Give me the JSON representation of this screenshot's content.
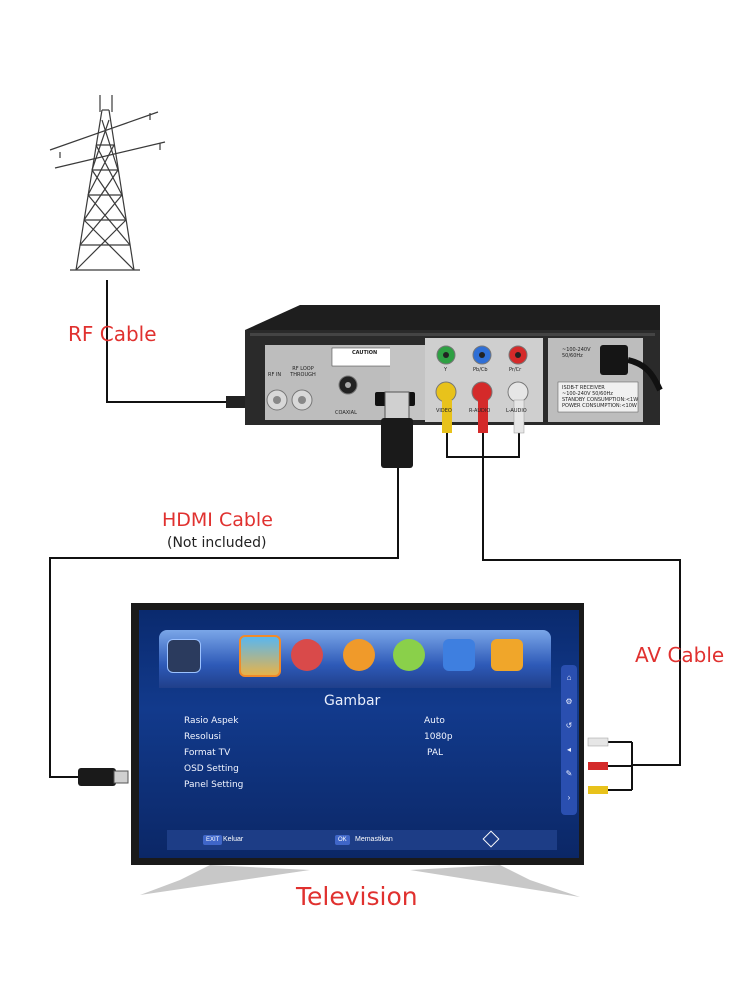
{
  "labels": {
    "rf_cable": "RF Cable",
    "hdmi_cable": "HDMI Cable",
    "hdmi_note": "(Not included)",
    "av_cable": "AV Cable",
    "television": "Television"
  },
  "receiver_panel": {
    "caution": "CAUTION",
    "rf_in": "RF IN",
    "rf_loop": "RF LOOP THROUGH",
    "coaxial": "COAXIAL",
    "video": "VIDEO",
    "r_audio": "R-AUDIO",
    "l_audio": "L-AUDIO",
    "y": "Y",
    "pb": "Pb/Cb",
    "pr": "Pr/Cr",
    "power": "~100-240V 50/60Hz",
    "spec_title": "ISDB-T RECEIVER",
    "spec_1": "~100-240V 50/60Hz",
    "spec_2": "STANDBY CONSUMPTION:<1W",
    "spec_3": "POWER CONSUMPTION:<10W"
  },
  "tv_menu": {
    "title": "Gambar",
    "rows": [
      {
        "key": "Rasio Aspek",
        "value": "Auto"
      },
      {
        "key": "Resolusi",
        "value": "1080p"
      },
      {
        "key": "Format TV",
        "value": "PAL"
      },
      {
        "key": "OSD Setting",
        "value": ""
      },
      {
        "key": "Panel Setting",
        "value": ""
      }
    ],
    "footer": {
      "exit_btn": "EXIT",
      "exit_label": "Keluar",
      "ok_btn": "OK",
      "ok_label": "Memastikan"
    },
    "icons": [
      "program-icon",
      "picture-icon",
      "search-icon",
      "time-icon",
      "option-icon",
      "system-icon",
      "usb-icon"
    ]
  },
  "colors": {
    "label_red": "#e0312f",
    "wire": "#111111",
    "tv_bg": "#0f3080",
    "video_yellow": "#e8c21b",
    "audio_red": "#d42a2a",
    "audio_white": "#e6e6e6",
    "comp_green": "#2ea043",
    "comp_blue": "#2f6fd6"
  }
}
